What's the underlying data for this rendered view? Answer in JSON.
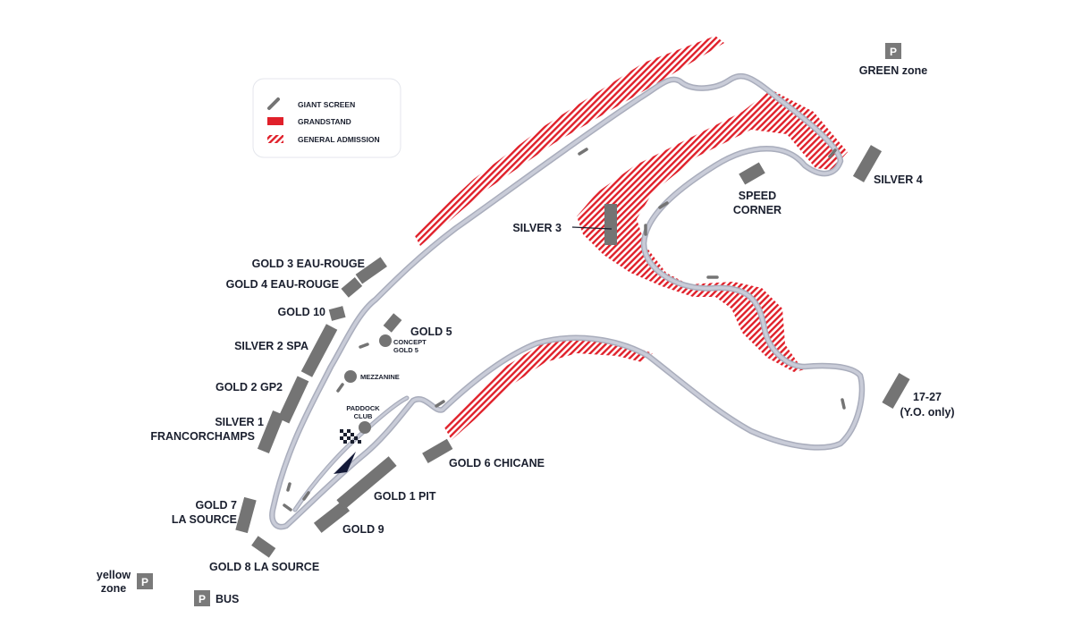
{
  "colors": {
    "track": "#c9ccd8",
    "track_edge": "#a9adbc",
    "grandstand_block": "#747474",
    "general_admission": "#e0202a",
    "text": "#1a1f2e",
    "parking": "#7a7a7a"
  },
  "legend": {
    "items": [
      {
        "icon": "giant-screen-icon",
        "label": "GIANT SCREEN"
      },
      {
        "icon": "grandstand-icon",
        "label": "GRANDSTAND"
      },
      {
        "icon": "general-admission-icon",
        "label": "GENERAL ADMISSION"
      }
    ]
  },
  "grandstands": {
    "gold3": "GOLD 3 EAU-ROUGE",
    "gold4": "GOLD 4 EAU-ROUGE",
    "gold10": "GOLD 10",
    "silver2": "SILVER 2 SPA",
    "gold2": "GOLD 2 GP2",
    "silver1_line1": "SILVER 1",
    "silver1_line2": "FRANCORCHAMPS",
    "gold7_line1": "GOLD 7",
    "gold7_line2": "LA SOURCE",
    "gold8": "GOLD 8 LA SOURCE",
    "gold9": "GOLD 9",
    "gold1": "GOLD 1 PIT",
    "gold6": "GOLD 6 CHICANE",
    "gold5": "GOLD 5",
    "silver3": "SILVER 3",
    "silver4": "SILVER 4",
    "speed_line1": "SPEED",
    "speed_line2": "CORNER",
    "yo_line1": "17-27",
    "yo_line2": "(Y.O. only)"
  },
  "points": {
    "concept_line1": "CONCEPT",
    "concept_line2": "GOLD 5",
    "mezzanine": "MEZZANINE",
    "paddock_line1": "PADDOCK",
    "paddock_line2": "CLUB"
  },
  "parking": {
    "sign": "P",
    "green": "GREEN zone",
    "yellow_line1": "yellow",
    "yellow_line2": "zone",
    "bus": "BUS"
  }
}
